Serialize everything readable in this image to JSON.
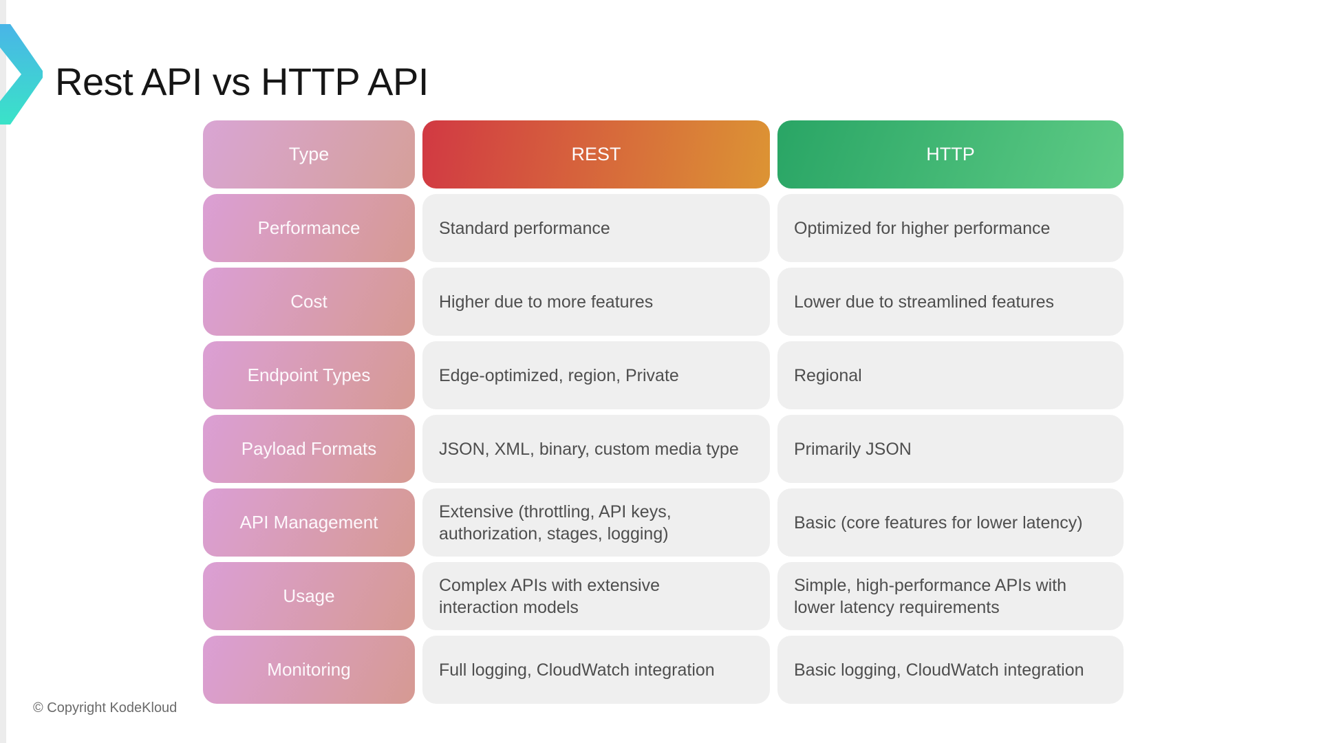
{
  "title": "Rest API vs HTTP API",
  "logo": {
    "icon": "kodekloud-chevron-icon",
    "gradient_top": "#49b5e7",
    "gradient_bottom": "#3ae3c8"
  },
  "table": {
    "header": {
      "type": "Type",
      "rest": "REST",
      "http": "HTTP"
    },
    "rows": [
      {
        "label": "Performance",
        "rest": "Standard performance",
        "http": "Optimized for higher performance"
      },
      {
        "label": "Cost",
        "rest": "Higher due to more features",
        "http": "Lower due to streamlined features"
      },
      {
        "label": "Endpoint Types",
        "rest": "Edge-optimized, region, Private",
        "http": "Regional"
      },
      {
        "label": "Payload Formats",
        "rest": "JSON, XML, binary, custom media type",
        "http": "Primarily JSON"
      },
      {
        "label": "API Management",
        "rest": "Extensive (throttling, API keys, authorization, stages, logging)",
        "http": "Basic (core features for lower latency)"
      },
      {
        "label": "Usage",
        "rest": "Complex APIs with extensive interaction models",
        "http": "Simple, high-performance APIs with lower latency requirements"
      },
      {
        "label": "Monitoring",
        "rest": "Full logging, CloudWatch integration",
        "http": "Basic logging, CloudWatch integration"
      }
    ],
    "colors": {
      "label_gradient_start": "#db9fd5",
      "label_gradient_end": "#d69a92",
      "rest_gradient_start": "#d13943",
      "rest_gradient_end": "#dc9434",
      "http_gradient_start": "#29a565",
      "http_gradient_end": "#5ecb85",
      "cell_bg": "#efefef",
      "cell_text": "#4e4e4e"
    }
  },
  "footer": {
    "copyright": "© Copyright KodeKloud"
  }
}
